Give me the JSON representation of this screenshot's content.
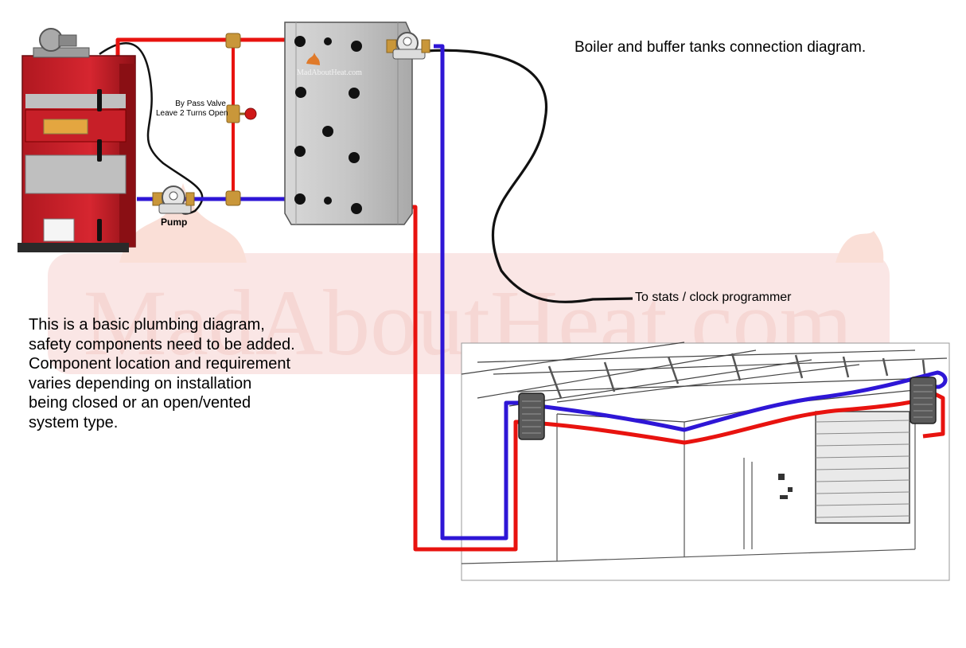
{
  "diagram": {
    "title": "Boiler and buffer tanks connection diagram.",
    "notes": [
      "This is a basic plumbing diagram,",
      "safety components need to be added.",
      "Component location and requirement",
      "varies depending on installation",
      "being closed or an open/vented",
      "system type."
    ],
    "labels": {
      "pump": "Pump",
      "bypass_valve_line1": "By Pass Valve",
      "bypass_valve_line2": "Leave 2 Turns Open",
      "stats": "To stats / clock programmer"
    },
    "watermark": "MadAboutHeat.com",
    "tank_logo": "MadAboutHeat.com",
    "colors": {
      "flow_pipe": "#e8130f",
      "return_pipe": "#2e16d6",
      "boiler_body": "#d4202a",
      "tank_body": "#c9c9c9",
      "cable": "#111111",
      "brass": "#c9973a",
      "watermark": "#f3c9c6"
    }
  }
}
